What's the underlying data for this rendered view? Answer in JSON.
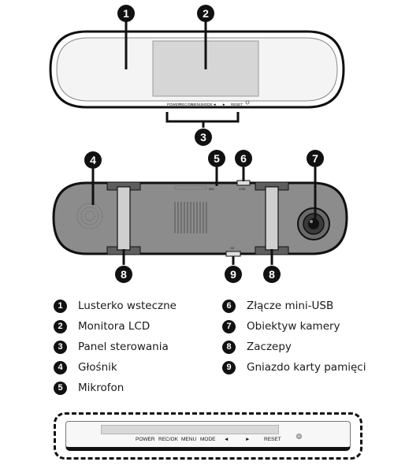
{
  "callouts": [
    {
      "n": "1"
    },
    {
      "n": "2"
    },
    {
      "n": "3"
    },
    {
      "n": "4"
    },
    {
      "n": "5"
    },
    {
      "n": "6"
    },
    {
      "n": "7"
    },
    {
      "n": "8"
    },
    {
      "n": "9"
    }
  ],
  "top_buttons": [
    "POWER",
    "REC/OK",
    "MENU",
    "MODE",
    "◄",
    "►",
    "RESET"
  ],
  "rear_labels": {
    "mic": "MIC",
    "usb": "USB",
    "card": "SD"
  },
  "legend": [
    {
      "n": "1",
      "label": "Lusterko wsteczne"
    },
    {
      "n": "2",
      "label": "Monitora LCD"
    },
    {
      "n": "3",
      "label": "Panel sterowania"
    },
    {
      "n": "4",
      "label": "Głośnik"
    },
    {
      "n": "5",
      "label": "Mikrofon"
    },
    {
      "n": "6",
      "label": "Złącze mini-USB"
    },
    {
      "n": "7",
      "label": "Obiektyw kamery"
    },
    {
      "n": "8",
      "label": "Zaczepy"
    },
    {
      "n": "9",
      "label": "Gniazdo karty pamięci"
    }
  ],
  "panel_buttons": [
    "POWER",
    "REC/OK",
    "MENU",
    "MODE",
    "◄",
    "►",
    "RESET"
  ],
  "colors": {
    "outline": "#111111",
    "mirror_fill": "#f2f2f2",
    "screen_fill": "#d9d9d9",
    "body_fill": "#8c8c8c",
    "clip_fill": "#c9c9c9",
    "callout": "#111111"
  }
}
